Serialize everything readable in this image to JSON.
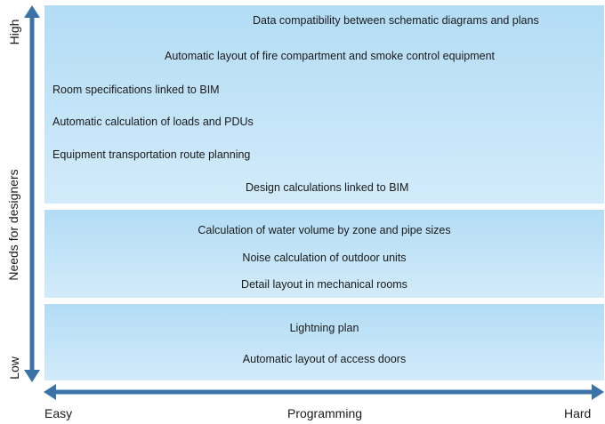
{
  "y_axis": {
    "title": "Needs for designers",
    "high": "High",
    "low": "Low"
  },
  "x_axis": {
    "title": "Programming",
    "easy": "Easy",
    "hard": "Hard"
  },
  "bands": {
    "high": [
      "Data compatibility between schematic diagrams and plans",
      "Automatic layout of fire compartment and smoke control equipment",
      "Room specifications linked to BIM",
      "Automatic calculation of loads and PDUs",
      "Equipment transportation route planning",
      "Design calculations linked to BIM"
    ],
    "mid": [
      "Calculation of water volume by zone and pipe sizes",
      "Noise calculation of outdoor units",
      "Detail layout in mechanical rooms"
    ],
    "low": [
      "Lightning plan",
      "Automatic layout of access doors"
    ]
  },
  "colors": {
    "axis": "#3b73a8",
    "band_top": "#b3dcf5",
    "band_bottom": "#d2ebfa"
  }
}
